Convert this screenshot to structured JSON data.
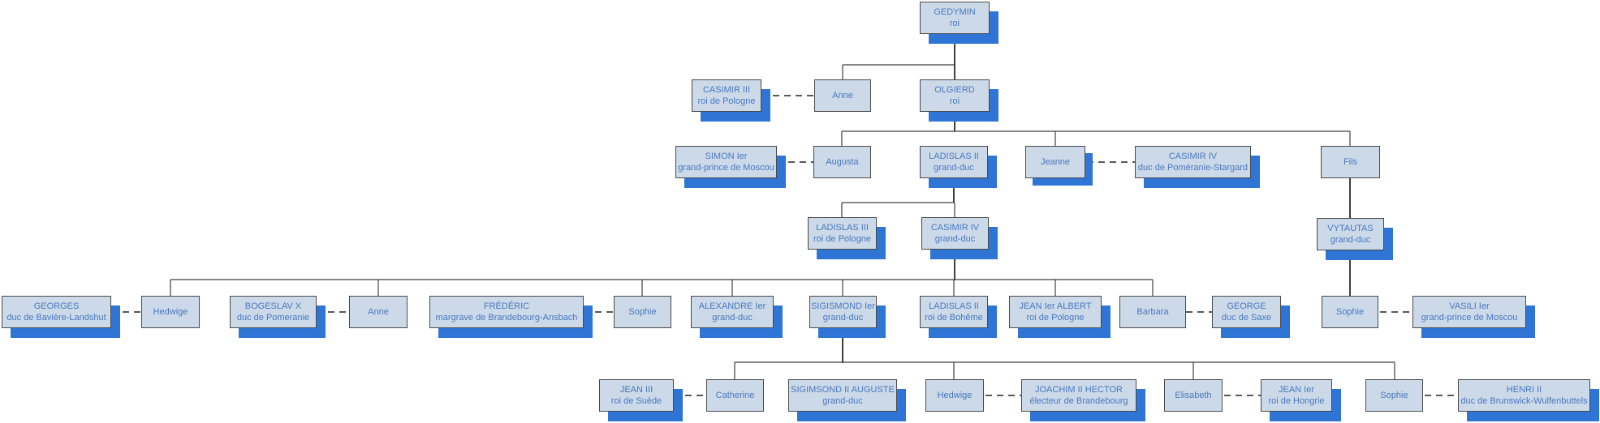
{
  "colors": {
    "node_fill": "#ccd9e8",
    "node_border": "#4a4a4a",
    "node_text": "#4878c0",
    "node_shadow": "#2e75d6",
    "line": "#404040",
    "dashed_line": "#595959"
  },
  "nodes": {
    "gedymin": {
      "name": "GEDYMIN",
      "title": "roi"
    },
    "casimir3": {
      "name": "CASIMIR III",
      "title": "roi de Pologne"
    },
    "anne1": {
      "name": "Anne"
    },
    "olgierd": {
      "name": "OLGIERD",
      "title": "roi"
    },
    "simon": {
      "name": "SIMON Ier",
      "title": "grand-prince de Moscou"
    },
    "augusta": {
      "name": "Augusta"
    },
    "ladislas2": {
      "name": "LADISLAS II",
      "title": "grand-duc"
    },
    "jeanne": {
      "name": "Jeanne"
    },
    "casimir4ps": {
      "name": "CASIMIR IV",
      "title": "duc de Poméranie-Stargard"
    },
    "fils": {
      "name": "Fils"
    },
    "ladislas3": {
      "name": "LADISLAS III",
      "title": "roi de Pologne"
    },
    "casimir4gd": {
      "name": "CASIMIR IV",
      "title": "grand-duc"
    },
    "vytautas": {
      "name": "VYTAUTAS",
      "title": "grand-duc"
    },
    "georgesbav": {
      "name": "GEORGES",
      "title": "duc de Bavière-Landshut"
    },
    "hedwige1": {
      "name": "Hedwige"
    },
    "bogeslav": {
      "name": "BOGESLAV X",
      "title": "duc de Pomeranie"
    },
    "anne2": {
      "name": "Anne"
    },
    "frederic": {
      "name": "FRÉDÉRIC",
      "title": "margrave de Brandebourg-Ansbach"
    },
    "sophie1": {
      "name": "Sophie"
    },
    "alexandre": {
      "name": "ALEXANDRE Ier",
      "title": "grand-duc"
    },
    "sigismond1": {
      "name": "SIGISMOND Ier",
      "title": "grand-duc"
    },
    "ladislas2bo": {
      "name": "LADISLAS II",
      "title": "roi de Bohême"
    },
    "jeanalbert": {
      "name": "JEAN Ier ALBERT",
      "title": "roi de Pologne"
    },
    "barbara": {
      "name": "Barbara"
    },
    "georgesaxe": {
      "name": "GEORGE",
      "title": "duc de Saxe"
    },
    "sophie2": {
      "name": "Sophie"
    },
    "vasili": {
      "name": "VASILI Ier",
      "title": "grand-prince de Moscou"
    },
    "jean3": {
      "name": "JEAN III",
      "title": "roi de Suède"
    },
    "catherine": {
      "name": "Catherine"
    },
    "sigimsond2": {
      "name": "SIGIMSOND II AUGUSTE",
      "title": "grand-duc"
    },
    "hedwige2": {
      "name": "Hedwige"
    },
    "joachim": {
      "name": "JOACHIM II HECTOR",
      "title": "électeur de Brandebourg"
    },
    "elisabeth": {
      "name": "Elisabeth"
    },
    "jean1hongrie": {
      "name": "JEAN Ier",
      "title": "roi de Hongrie"
    },
    "sophie3": {
      "name": "Sophie"
    },
    "henri2": {
      "name": "HENRI II",
      "title": "duc de Brunswick-Wulfenbuttels"
    }
  }
}
